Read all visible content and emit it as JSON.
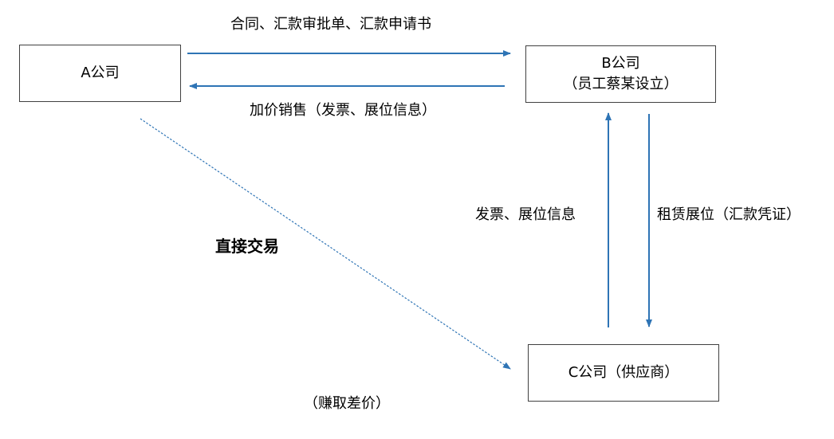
{
  "nodes": {
    "a": {
      "title": "A公司"
    },
    "b": {
      "title": "B公司",
      "subtitle": "（员工蔡某设立）"
    },
    "c": {
      "title": "C公司（供应商）"
    }
  },
  "edges": {
    "a_to_b": "合同、汇款审批单、汇款申请书",
    "b_to_a": "加价销售（发票、展位信息）",
    "c_to_b": "发票、展位信息",
    "b_to_c": "租赁展位（汇款凭证）",
    "a_to_c": "直接交易"
  },
  "notes": {
    "bottom": "（赚取差价）"
  },
  "colors": {
    "arrow": "#2e74b5",
    "box_border": "#404040"
  }
}
